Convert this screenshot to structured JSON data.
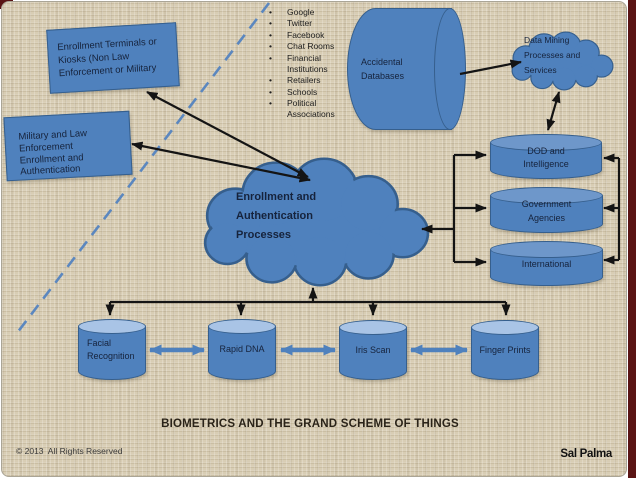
{
  "slide": {
    "title": "BIOMETRICS AND THE GRAND SCHEME OF THINGS",
    "copyright": "© 2013  All Rights Reserved",
    "author": "Sal Palma"
  },
  "nodes": {
    "enrollment_terminals": "Enrollment Terminals or\nKiosks (Non Law\nEnforcement or Military",
    "military_law": "Military and Law\nEnforcement\nEnrollment and\nAuthentication",
    "enrollment_cloud": "Enrollment and\nAuthentication\nProcesses",
    "data_mining_cloud": "Data Mining\nProcesses and\nServices",
    "accidental_db": "Accidental\nDatabases",
    "dod": "DOD and\nIntelligence",
    "government": "Government\nAgencies",
    "international": "International",
    "facial": "Facial\nRecognition",
    "rapid_dna": "Rapid DNA",
    "iris": "Iris Scan",
    "finger": "Finger Prints"
  },
  "sources": [
    "Google",
    "Twitter",
    "Facebook",
    "Chat Rooms",
    "Financial Institutions",
    "Retailers",
    "Schools",
    "Political Associations"
  ],
  "colors": {
    "background": "#d8cdb4",
    "shape_fill": "#4f81bd",
    "shape_border": "#365f8d",
    "cylinder_top": "#a9c4e6",
    "cylinder_top_dark": "#6e97ca",
    "shape_text": "#16233c",
    "connector": "#141414",
    "dashed_line": "#5b87bf",
    "page_edge": "#5a1414",
    "title_text": "#2a2318"
  }
}
